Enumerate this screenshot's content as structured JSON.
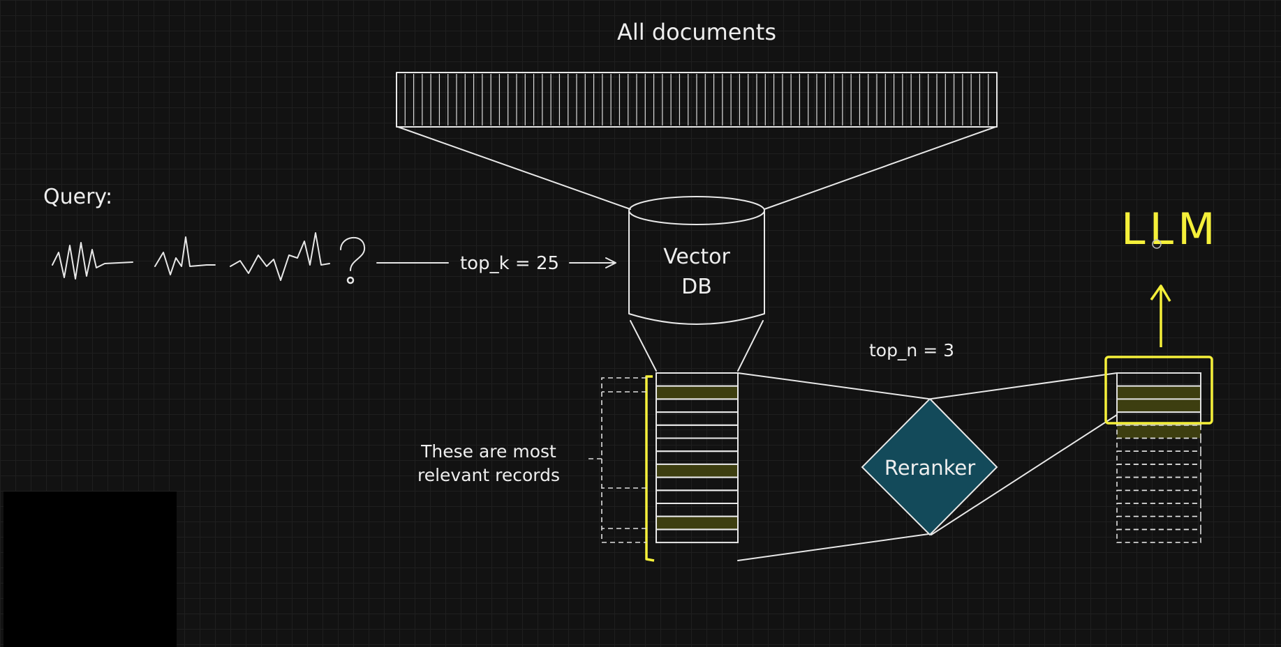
{
  "diagram": {
    "title": "All documents",
    "query_label": "Query:",
    "query_text": "≈≈≈ ?",
    "top_k_label": "top_k = 25",
    "vector_db_line1": "Vector",
    "vector_db_line2": "DB",
    "top_n_label": "top_n = 3",
    "reranker_label": "Reranker",
    "llm_label": "LLM",
    "records_note_line1": "These are most",
    "records_note_line2": "relevant records",
    "retrieved_records": {
      "count": 13,
      "highlighted_rows": [
        1,
        7,
        11
      ]
    },
    "reranked_records": {
      "count": 13,
      "highlighted_rows": [
        1,
        2,
        4
      ]
    },
    "colors": {
      "background": "#121212",
      "stroke": "#e8e8e8",
      "highlight_marker": "#f5f03a",
      "highlight_fill": "#3d3e10",
      "reranker_fill": "#134a5a"
    }
  }
}
